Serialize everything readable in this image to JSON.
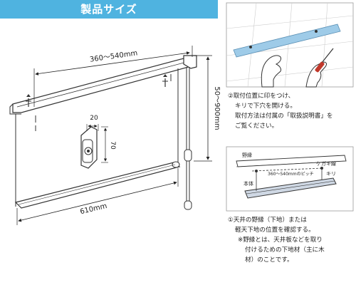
{
  "header": {
    "title": "製品サイズ"
  },
  "diagram": {
    "dims": {
      "width_range": "360～540mm",
      "height_range": "50～900mm",
      "bracket_width": "20",
      "bracket_height": "70",
      "screen_width": "610mm"
    },
    "ceiling_labels": {
      "joist": "野縁",
      "marking_line": "ケガキ線",
      "drill": "キリ",
      "body": "本体",
      "pitch": "360～540mmのピッチ"
    }
  },
  "steps": {
    "step2": [
      "②取付位置に印をつけ、",
      "キリで下穴を開ける。",
      "取付方法は付属の「取扱説明書」を",
      "ご覧ください。"
    ],
    "step1": [
      "①天井の野縁（下地）または",
      "軽天下地の位置を確認する。",
      "※野縁とは、天井板などを取り",
      "付けるための下地材（主に木",
      "材）のことです。"
    ]
  },
  "colors": {
    "banner": "#4fb3e0",
    "tape": "#9ecbe8"
  }
}
